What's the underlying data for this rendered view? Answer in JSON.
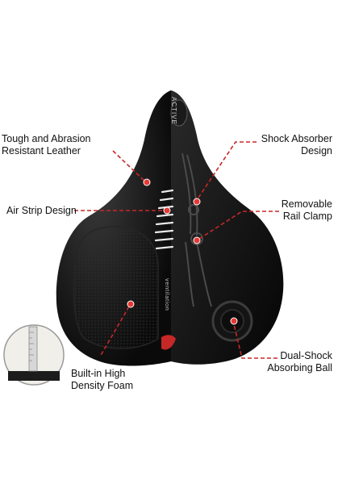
{
  "product_image": {
    "brand_text": "ACTIVE",
    "ventilation_text": "ventilation"
  },
  "callouts": {
    "leather": {
      "line1": "Tough and Abrasion",
      "line2": "Resistant Leather"
    },
    "air_strip": {
      "line1": "Air Strip Design"
    },
    "foam": {
      "line1": "Built-in High",
      "line2": "Density Foam"
    },
    "shock_absorber": {
      "line1": "Shock Absorber",
      "line2": "Design"
    },
    "rail_clamp": {
      "line1": "Removable",
      "line2": "Rail Clamp"
    },
    "ball": {
      "line1": "Dual-Shock",
      "line2": "Absorbing Ball"
    }
  },
  "colors": {
    "callout_line": "#c62828",
    "dot": "#e53935",
    "saddle": "#111111",
    "text": "#111111"
  }
}
